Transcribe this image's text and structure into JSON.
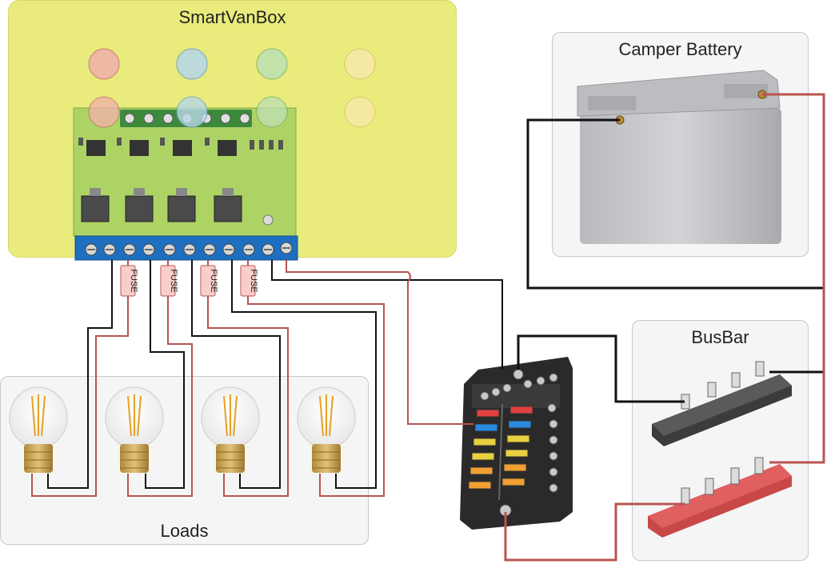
{
  "smartvanbox": {
    "title": "SmartVanBox"
  },
  "battery": {
    "title": "Camper Battery"
  },
  "busbar": {
    "title": "BusBar"
  },
  "loads": {
    "title": "Loads"
  },
  "fuses": {
    "label": "FUSE"
  },
  "colors": {
    "smartvanbox_fill": "#e9ec7c",
    "panel_fill": "#f5f5f5",
    "positive_wire": "#b85450",
    "negative_wire": "#111111",
    "terminal_block": "#1e6fbf",
    "fuse_fill": "#f8cecc",
    "led_red": "#f0b3a8",
    "led_blue": "#b8d8e6",
    "led_green": "#bfe0b0",
    "led_yellow": "#f7e8a8"
  }
}
